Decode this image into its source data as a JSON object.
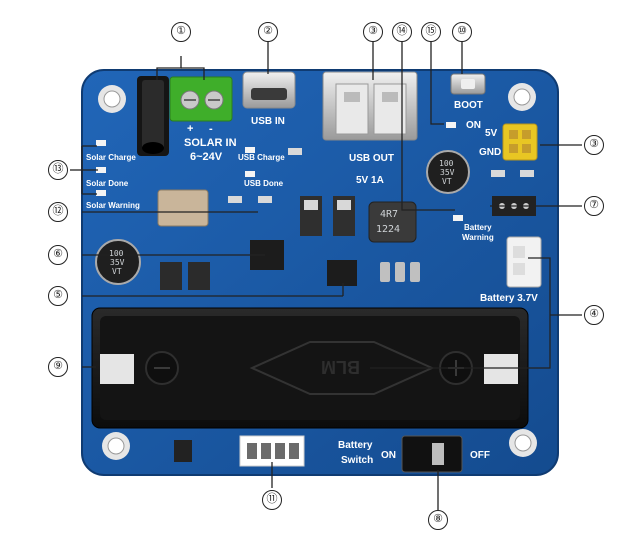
{
  "board": {
    "colors": {
      "pcb": "#1a5aa8",
      "pcb_edge": "#123f7a",
      "silkscreen": "#ffffff",
      "callout": "#222222"
    },
    "silkscreen": {
      "solar_in": "SOLAR IN",
      "solar_range": "6~24V",
      "plus": "+",
      "minus": "-",
      "usb_in": "USB IN",
      "usb_charge": "USB Charge",
      "usb_done": "USB Done",
      "usb_out": "USB OUT",
      "usb_out_rating": "5V 1A",
      "boot": "BOOT",
      "on": "ON",
      "v5": "5V",
      "gnd": "GND",
      "solar_charge": "Solar Charge",
      "solar_done": "Solar Done",
      "solar_warning": "Solar Warning",
      "battery_warning_1": "Battery",
      "battery_warning_2": "Warning",
      "battery_label": "Battery 3.7V",
      "battery_switch_1": "Battery",
      "battery_switch_2": "Switch",
      "switch_on": "ON",
      "switch_off": "OFF",
      "holder_logo": "BLM",
      "cap_left_1": "100",
      "cap_left_2": "35V",
      "cap_left_3": "VT",
      "cap_right_1": "100",
      "cap_right_2": "35V",
      "cap_right_3": "VT",
      "inductor_1": "4R7",
      "inductor_2": "1224"
    },
    "callouts": [
      "①",
      "②",
      "③",
      "⑭",
      "⑮",
      "⑩",
      "③",
      "⑬",
      "⑫",
      "⑦",
      "⑥",
      "④",
      "⑤",
      "⑨",
      "⑪",
      "⑧"
    ]
  }
}
